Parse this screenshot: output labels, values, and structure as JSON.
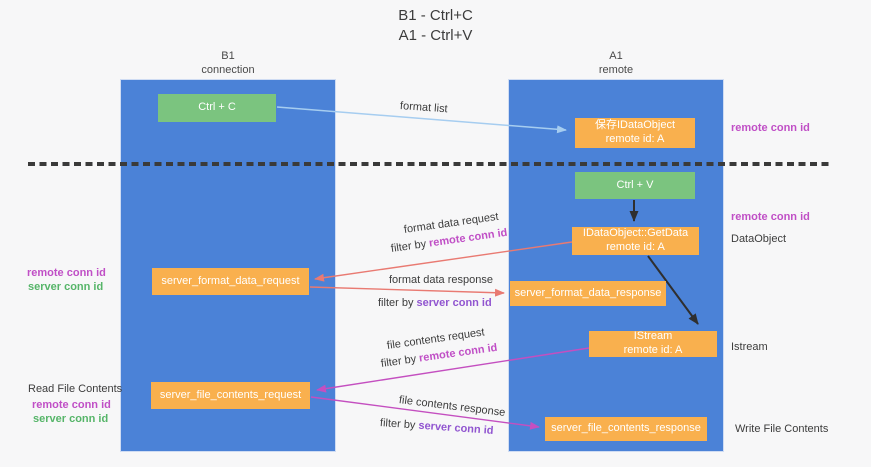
{
  "title": {
    "line1": "B1 - Ctrl+C",
    "line2": "A1 - Ctrl+V"
  },
  "lanes": {
    "left": {
      "title": "B1",
      "subtitle": "connection"
    },
    "right": {
      "title": "A1",
      "subtitle": "remote"
    }
  },
  "boxes": {
    "ctrl_c": {
      "label": "Ctrl + C"
    },
    "save_dataobject": {
      "line1": "保存IDataObject",
      "line2": "remote id: A"
    },
    "ctrl_v": {
      "label": "Ctrl + V"
    },
    "getdata": {
      "line1": "IDataObject::GetData",
      "line2": "remote id: A"
    },
    "format_request": {
      "label": "server_format_data_request"
    },
    "format_response": {
      "label": "server_format_data_response"
    },
    "istream": {
      "line1": "IStream",
      "line2": "remote id: A"
    },
    "file_request": {
      "label": "server_file_contents_request"
    },
    "file_response": {
      "label": "server_file_contents_response"
    }
  },
  "arrow_labels": {
    "format_list": "format list",
    "format_request": {
      "title": "format data request",
      "prefix": "filter by ",
      "highlight": "remote conn id"
    },
    "format_response": {
      "title": "format data response",
      "prefix": "filter by ",
      "highlight": "server conn id"
    },
    "file_request": {
      "title": "file contents request",
      "prefix": "filter by ",
      "highlight": "remote conn id"
    },
    "file_response": {
      "title": "file contents response",
      "prefix": "filter by ",
      "highlight": "server conn id"
    }
  },
  "side_labels": {
    "right_top_remote": "remote conn id",
    "right_mid_remote": "remote conn id",
    "right_dataobject": "DataObject",
    "right_istream": "Istream",
    "right_write": "Write File Contents",
    "left_remote_mid": "remote conn id",
    "left_server_mid": "server conn id",
    "left_read": "Read File Contents",
    "left_remote_bottom": "remote conn id",
    "left_server_bottom": "server conn id"
  },
  "colors": {
    "lane_blue": "#4b82d7",
    "box_green": "#7bc47f",
    "box_orange": "#f9b04e",
    "arrow_light_blue": "#a6cdf0",
    "arrow_salmon": "#e97a72",
    "arrow_magenta": "#c44fc0",
    "arrow_black": "#2f2f2f",
    "label_magenta": "#c04fc6",
    "label_purple": "#9155d0",
    "label_green": "#56b569",
    "text_dark": "#3c3c3c"
  }
}
